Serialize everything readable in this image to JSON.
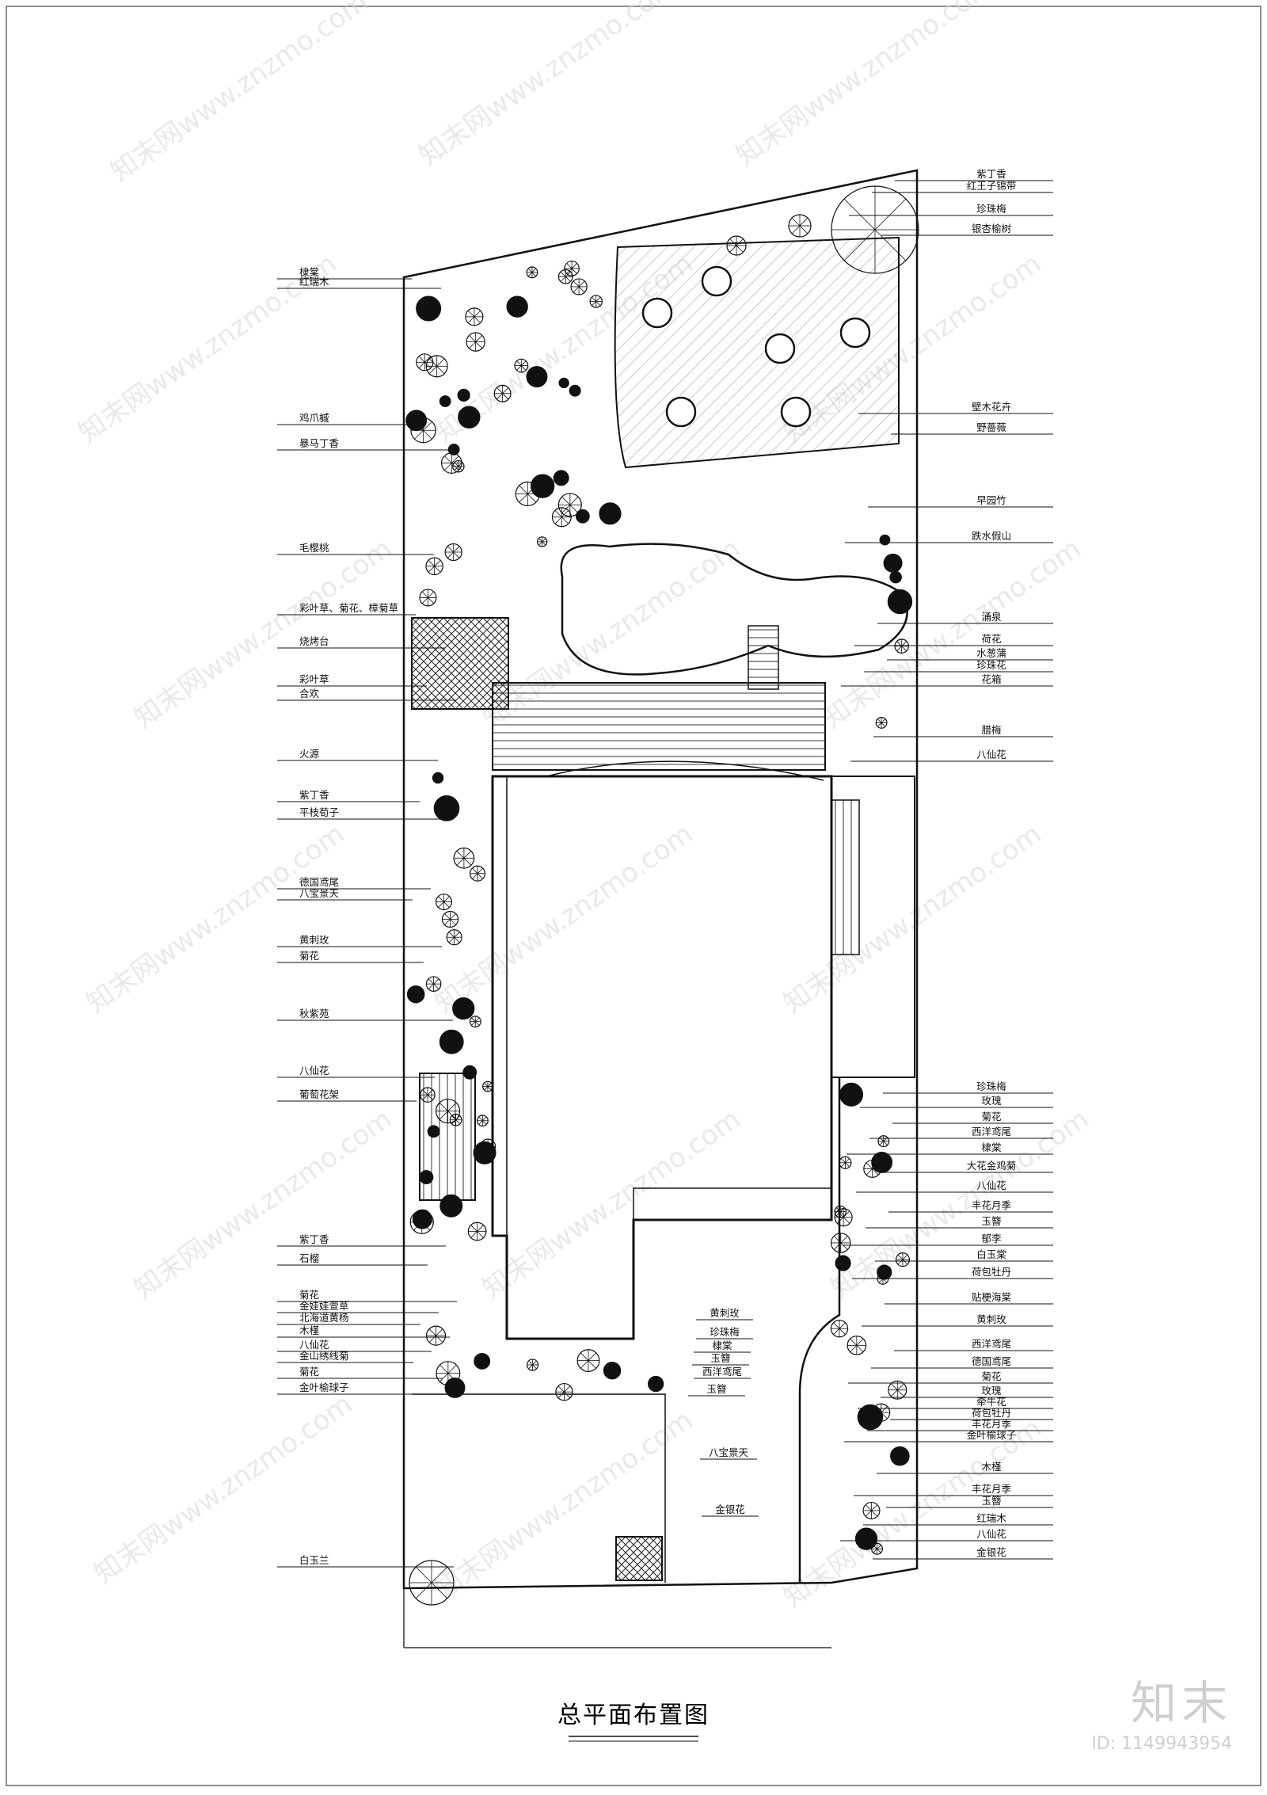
{
  "drawing": {
    "title": "总平面布置图"
  },
  "watermark": {
    "text": "知末网www.znzmo.com",
    "logo": "知末",
    "id_label": "ID: 1149943954"
  },
  "labels_left": [
    "棣棠",
    "红瑞木",
    "鸡爪槭",
    "暴马丁香",
    "毛樱桃",
    "彩叶草、菊花、樟菊草",
    "烧烤台",
    "彩叶草",
    "合欢",
    "火源",
    "紫丁香",
    "平枝荀子",
    "德国鸢尾",
    "八宝景天",
    "黄刺玫",
    "菊花",
    "秋紫苑",
    "八仙花",
    "葡萄花架",
    "紫丁香",
    "石榴",
    "菊花",
    "金娃娃萱草",
    "北海道黄杨",
    "木槿",
    "八仙花",
    "金山绣线菊",
    "菊花",
    "金叶榆球子",
    "白玉兰"
  ],
  "labels_right": [
    "紫丁香",
    "红王子锦带",
    "珍珠梅",
    "银杏榆树",
    "壁木花卉",
    "野蔷薇",
    "早园竹",
    "跌水假山",
    "涌泉",
    "荷花",
    "水葱蒲",
    "珍珠花",
    "花箱",
    "腊梅",
    "八仙花",
    "珍珠梅",
    "玫瑰",
    "菊花",
    "西洋鸢尾",
    "棣棠",
    "大花金鸡菊",
    "八仙花",
    "丰花月季",
    "玉簪",
    "郁李",
    "白玉棠",
    "荷包牡丹",
    "贴梗海棠",
    "黄刺玫",
    "西洋鸢尾",
    "德国鸢尾",
    "菊花",
    "玫瑰",
    "牵牛花",
    "荷包牡丹",
    "丰花月季",
    "金叶榆球子",
    "木槿",
    "丰花月季",
    "玉簪",
    "红瑞木",
    "八仙花",
    "金银花"
  ],
  "labels_center": [
    "黄刺玫",
    "珍珠梅",
    "棣棠",
    "玉簪",
    "西洋鸢尾",
    "玉簪",
    "八宝景天",
    "金银花"
  ]
}
